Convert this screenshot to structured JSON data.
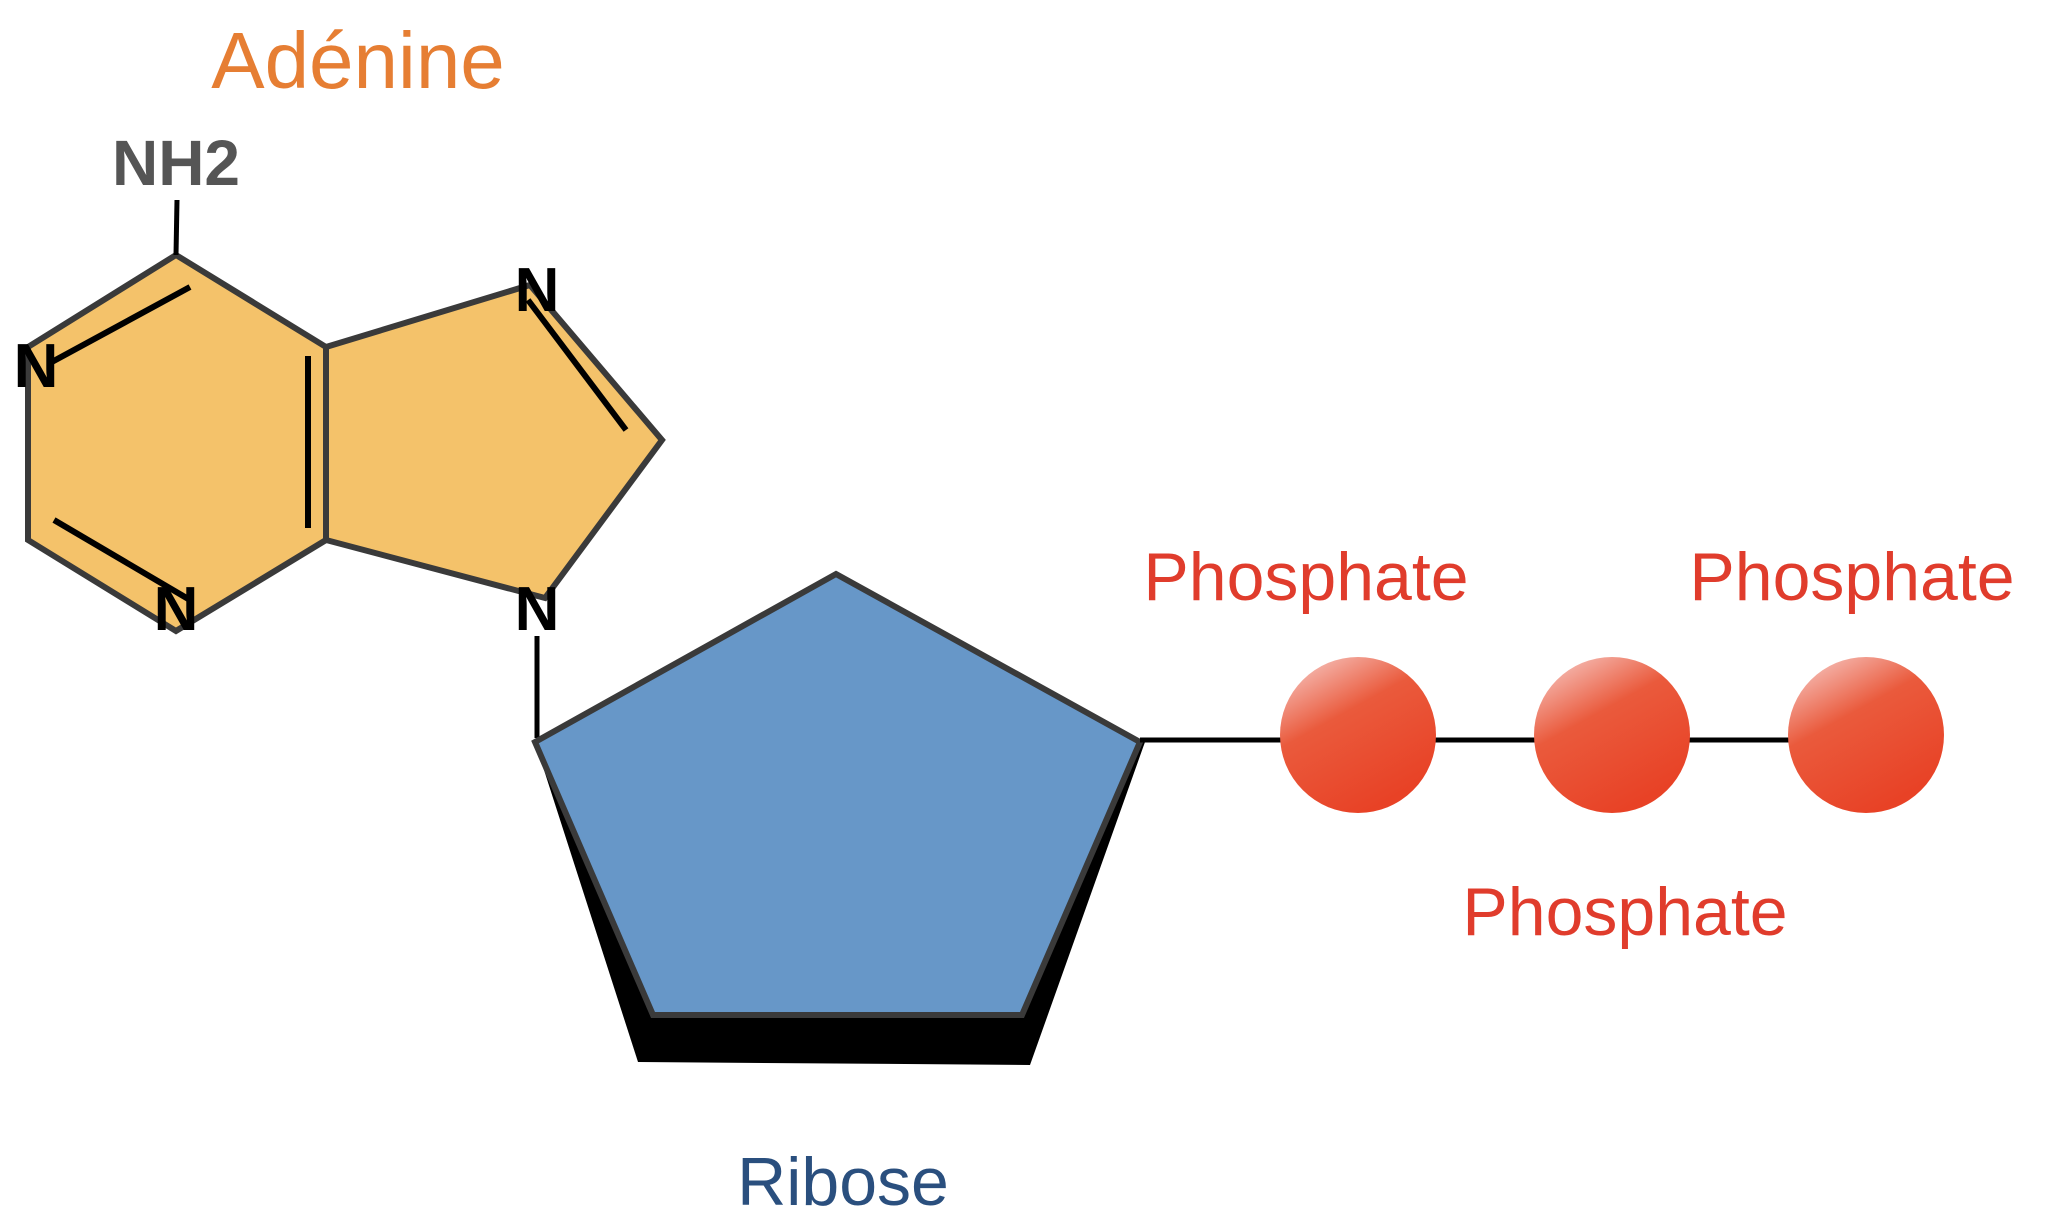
{
  "labels": {
    "adenine": "Adénine",
    "ribose": "Ribose",
    "phosphate_1": "Phosphate",
    "phosphate_2": "Phosphate",
    "phosphate_3": "Phosphate"
  },
  "atoms": {
    "amine": "NH2",
    "n1": "N",
    "n3": "N",
    "n7": "N",
    "n9": "N"
  },
  "colors": {
    "adenine": "#f4c26a",
    "adenine_label": "#e67e33",
    "ribose": "#6797c8",
    "ribose_label": "#2a4f7e",
    "phosphate": "#e74027",
    "phosphate_label": "#e03c2c",
    "bond": "#000000",
    "outline": "#3a3a3a",
    "amine_label": "#555555"
  }
}
